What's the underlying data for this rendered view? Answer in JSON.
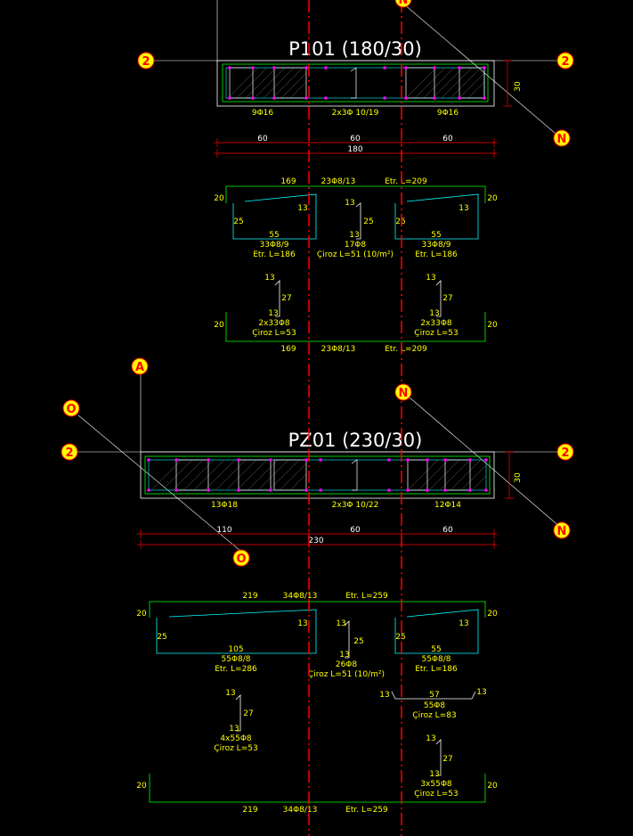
{
  "colors": {
    "background": "#000000",
    "axis": "#ff0000",
    "bubble_fill": "#ffff00",
    "bubble_text": "#ff0000",
    "outline": "#ffffff",
    "rebar_main": "#00ff00",
    "stirrup": "#00ffff",
    "tie": "#ffffff",
    "node": "#ff00ff",
    "text": "#ffff00",
    "dimension": "#ff0000",
    "title": "#ffffff"
  },
  "section1": {
    "title": "P101 (180/30)",
    "grid_labels": {
      "left": "2",
      "right": "2",
      "top_n": "N",
      "right_n": "N"
    },
    "bottom_labels": [
      "9Φ16",
      "2x3Φ 10/19",
      "9Φ16"
    ],
    "height_dim": "30",
    "dims": [
      "60",
      "60",
      "60"
    ],
    "total_dim": "180",
    "top_bar": {
      "length": "169",
      "spec": "23Φ8/13",
      "etr": "Etr. L=209",
      "side": "20"
    },
    "stirrups": [
      {
        "top": "13",
        "side": "25",
        "bottom": "55",
        "spec": "33Φ8/9",
        "etr": "Etr. L=186"
      },
      {
        "top": "13",
        "side": "25",
        "bottom": "55",
        "spec": "33Φ8/9",
        "etr": "Etr. L=186"
      }
    ],
    "center_tie": {
      "top": "13",
      "side": "25",
      "bottom": "13",
      "spec": "17Φ8",
      "ciroz": "Çiroz L=51 (10/m²)"
    },
    "side_ties": [
      {
        "top": "13",
        "side": "27",
        "bottom": "13",
        "spec": "2x33Φ8",
        "ciroz": "Çiroz L=53"
      },
      {
        "top": "13",
        "side": "27",
        "bottom": "13",
        "spec": "2x33Φ8",
        "ciroz": "Çiroz L=53"
      }
    ],
    "bottom_bar": {
      "length": "169",
      "spec": "23Φ8/13",
      "etr": "Etr. L=209",
      "side": "20"
    }
  },
  "section2": {
    "title": "PZ01 (230/30)",
    "grid_labels": {
      "left": "2",
      "right": "2",
      "a": "A",
      "o_top": "O",
      "o_bottom": "O",
      "n_top": "N",
      "n_right": "N"
    },
    "bottom_labels": [
      "13Φ18",
      "2x3Φ 10/22",
      "12Φ14"
    ],
    "height_dim": "30",
    "dims": [
      "110",
      "60",
      "60"
    ],
    "total_dim": "230",
    "top_bar": {
      "length": "219",
      "spec": "34Φ8/13",
      "etr": "Etr. L=259",
      "side": "20"
    },
    "stirrup_left": {
      "top": "13",
      "side": "25",
      "bottom": "105",
      "spec": "55Φ8/8",
      "etr": "Etr. L=286"
    },
    "stirrup_right": {
      "top": "13",
      "side": "25",
      "bottom": "55",
      "spec": "55Φ8/8",
      "etr": "Etr. L=186"
    },
    "center_tie": {
      "top": "13",
      "side": "25",
      "bottom": "13",
      "spec": "26Φ8",
      "ciroz": "Çiroz L=51 (10/m²)"
    },
    "left_tie": {
      "top": "13",
      "side": "27",
      "bottom": "13",
      "spec": "4x55Φ8",
      "ciroz": "Çiroz L=53"
    },
    "straight_tie": {
      "left": "13",
      "length": "57",
      "right": "13",
      "spec": "55Φ8",
      "ciroz": "Çiroz L=83"
    },
    "right_tie": {
      "top": "13",
      "side": "27",
      "bottom": "13",
      "spec": "3x55Φ8",
      "ciroz": "Çiroz L=53"
    },
    "bottom_bar": {
      "length": "219",
      "spec": "34Φ8/13",
      "etr": "Etr. L=259",
      "side": "20"
    }
  }
}
